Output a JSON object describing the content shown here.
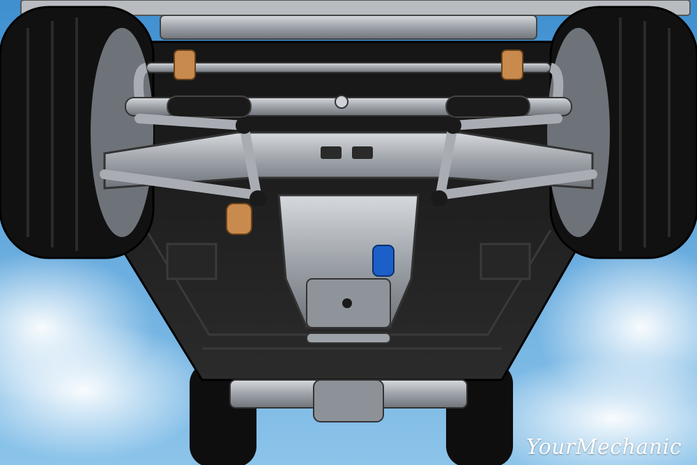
{
  "illustration": {
    "subject": "car-underside-suspension",
    "highlight_part": "blue-component-on-transmission"
  },
  "brand": {
    "watermark": "YourMechanic"
  },
  "colors": {
    "sky": "#5fa9dc",
    "cloud": "#ffffff",
    "body_panel": "#1e1e1e",
    "tire": "#101010",
    "metal": "#a9adb3",
    "bushing": "#c98a4e",
    "highlight": "#1d5fc8"
  }
}
